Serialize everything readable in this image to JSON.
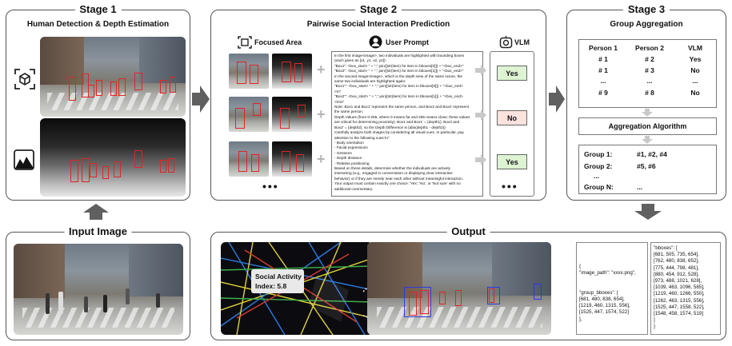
{
  "stage1": {
    "title": "Stage 1",
    "subtitle": "Human Detection & Depth Estimation",
    "icons": [
      "cube-detection-icon",
      "depth-map-icon"
    ]
  },
  "stage2": {
    "title": "Stage 2",
    "subtitle": "Pairwise Social Interaction Prediction",
    "focused_area": "Focused Area",
    "user_prompt": "User Prompt",
    "vlm": "VLM",
    "answers": [
      "Yes",
      "No",
      "Yes"
    ],
    "ellipsis": "•••",
    "prompt_lines": [
      "In the first image<image>, two individuals are highlighted with bounding boxes",
      "(each given as [x1, y1, x2, y2]):",
      "\"Box1\": <box_start> \" + \",\".join([str(item) for item in bboxes[0]]) + \"<box_end>\"",
      "\"Box2\": <box_start> \" + \",\".join([str(item) for item in bboxes[1]]) + \"<box_end>\"",
      "In the second image<image>, which is the depth view of the same scene, the",
      "same two individuals are highlighted again:",
      "\"Box1'\": <box_start> \" + \",\".join([str(item) for item in bboxes[0]]) + \"<box_end>",
      ">\\n\"",
      "\"Box2'\": <box_start> \" + \",\".join([str(item) for item in bboxes[1]]) + \"<box_end>",
      ">\\n\\n\"",
      "Note: Box1 and Box1' represent the same person, and Box2 and Box2' represent",
      "the same person.",
      "Depth Values (from 0-255, where 0 means far and 255 means close; these values",
      "are critical for determining proximity): Box1 and Box1' = {depth1}, Box2 and",
      "Box2' = {depth2}, so the Depth Difference is {abs(depth1 - depth2)}",
      "Carefully analyze both images by considering all visual cues. In particular, pay",
      "attention to the following cues:\\n\"",
      "      - Body orientation",
      "      - Facial expressions",
      "      - Gestures",
      "      - Depth distance",
      "      - Relative positioning",
      "Based on these details, determine whether the individuals are actively",
      "interacting (e.g., engaged in conversation or displaying clear interactive",
      "behavior) or if they are merely near each other without meaningful interaction.",
      "Your output must contain exactly one choice: 'Yes', 'No', or 'Not sure' with no",
      "additional commentary."
    ]
  },
  "stage3": {
    "title": "Stage 3",
    "subtitle": "Group Aggregation",
    "headers": [
      "Person 1",
      "Person 2",
      "VLM"
    ],
    "rows": [
      [
        "# 1",
        "# 2",
        "Yes"
      ],
      [
        "# 1",
        "# 3",
        "No"
      ],
      [
        "...",
        "...",
        "..."
      ],
      [
        "# 9",
        "# 8",
        "No"
      ]
    ],
    "algorithm": "Aggregation Algorithm",
    "groups": [
      [
        "Group 1:",
        "#1, #2, #4"
      ],
      [
        "Group 2:",
        "#5, #6"
      ],
      [
        "...",
        ""
      ],
      [
        "Group N:",
        "..."
      ]
    ]
  },
  "input": {
    "title": "Input Image"
  },
  "output": {
    "title": "Output",
    "social_label": "Social Activity",
    "social_index": "Index: 5.8",
    "json_left": [
      "{",
      "  \"image_path\": \"xxxx.png\",",
      "",
      "",
      "  \"group_bboxes\": [",
      "    [681, 480, 838, 654],",
      "    [1219, 460, 1315, 556],",
      "    [1525, 447, 1574, 522]",
      "  ],"
    ],
    "json_right": [
      "\"bboxes\": [",
      "    [681, 505, 735, 654],",
      "    [762, 480, 838, 652],",
      "    [775, 444, 798, 481],",
      "    [880, 454, 912, 528],",
      "    [973, 488, 1021, 628],",
      "    [1039, 463, 1096, 585],",
      "    [1219, 460, 1266, 550],",
      "    [1262, 463, 1315, 556],",
      "    [1525, 447, 1558, 522],",
      "    [1548, 458, 1574, 519]",
      "  ]",
      "}"
    ]
  },
  "colors": {
    "yes_fill": "#ddf3d2",
    "no_fill": "#fde2de",
    "box_red": "#e02525",
    "box_blue": "#2a3be0",
    "arrow_gray": "#606060"
  }
}
